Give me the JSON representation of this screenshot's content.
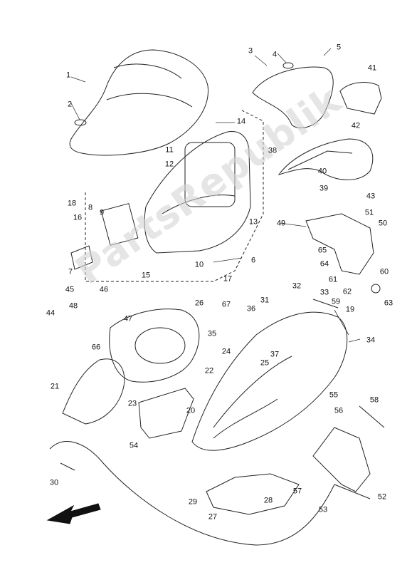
{
  "diagram": {
    "watermark_text": "PartsRepublik",
    "callouts": [
      "1",
      "2",
      "3",
      "4",
      "5",
      "41",
      "42",
      "38",
      "40",
      "39",
      "43",
      "14",
      "11",
      "12",
      "13",
      "18",
      "16",
      "8",
      "9",
      "7",
      "15",
      "10",
      "17",
      "6",
      "51",
      "49",
      "50",
      "65",
      "64",
      "61",
      "62",
      "60",
      "63",
      "45",
      "46",
      "44",
      "48",
      "47",
      "66",
      "26",
      "67",
      "35",
      "36",
      "31",
      "32",
      "33",
      "59",
      "19",
      "34",
      "24",
      "25",
      "37",
      "21",
      "22",
      "23",
      "20",
      "54",
      "55",
      "56",
      "58",
      "30",
      "29",
      "27",
      "28",
      "57",
      "53",
      "52"
    ],
    "arrow_direction": "front"
  }
}
